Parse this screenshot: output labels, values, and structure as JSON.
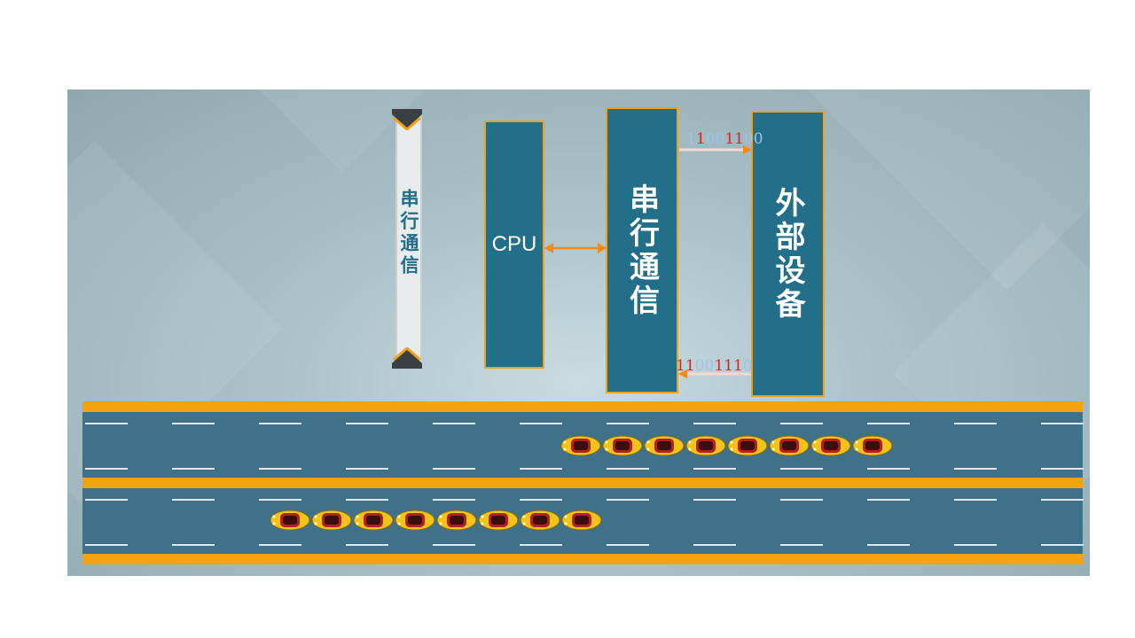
{
  "scroll_bar": {
    "label": "串行通信"
  },
  "cpu_box": {
    "label": "CPU"
  },
  "serial_box": {
    "label": "串行通信"
  },
  "device_box": {
    "label": "外部设备"
  },
  "tx_bits": {
    "digits": [
      "1",
      "1",
      "0",
      "0",
      "1",
      "1",
      "0",
      "0"
    ],
    "colors": [
      "#9fc4e6",
      "#cc2a2a",
      "#9fc4e6",
      "#9fc4e6",
      "#cc2a2a",
      "#cc2a2a",
      "#9fc4e6",
      "#9fc4e6"
    ]
  },
  "rx_bits": {
    "digits": [
      "1",
      "1",
      "0",
      "0",
      "1",
      "1",
      "1",
      "0"
    ],
    "colors": [
      "#cc2a2a",
      "#cc2a2a",
      "#9fc4e6",
      "#9fc4e6",
      "#cc2a2a",
      "#cc2a2a",
      "#cc2a2a",
      "#9fc4e6"
    ]
  },
  "colors": {
    "box_fill": "#236e88",
    "box_border": "#f0a319",
    "road": "#3f7189",
    "road_stripe": "#f5a20f",
    "arrow": "#f08a1a",
    "car_body": "#f2c31a",
    "car_cabin": "#b51f1f"
  },
  "traffic": {
    "upper_lane_cars": 8,
    "lower_lane_cars": 8
  }
}
